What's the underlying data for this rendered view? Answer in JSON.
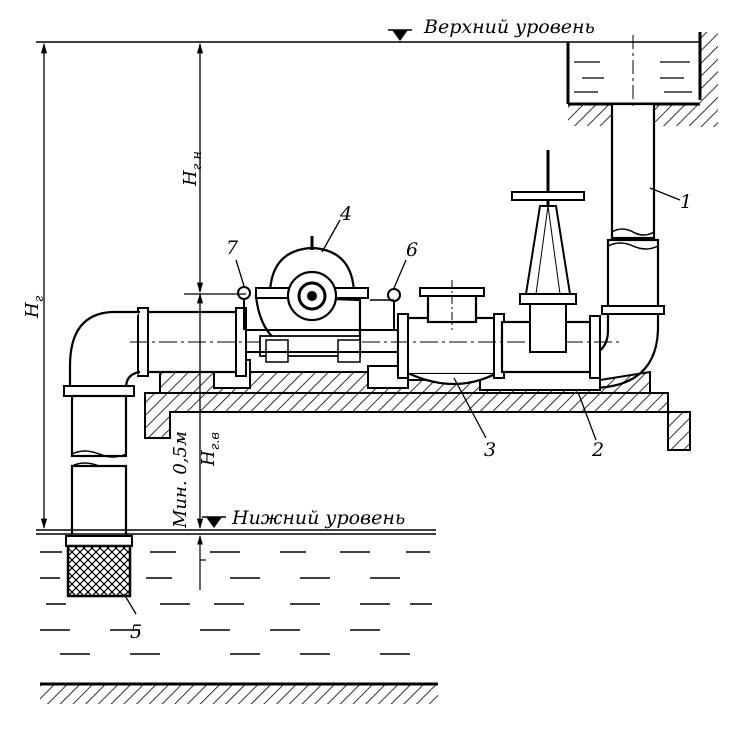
{
  "levels": {
    "upper": "Верхний уровень",
    "lower": "Нижний уровень"
  },
  "dimensions": {
    "total_head": "H",
    "total_head_sub": "г",
    "discharge_head": "H",
    "discharge_head_sub": "г.н",
    "suction_head": "H",
    "suction_head_sub": "г.в",
    "min_submersion": "Мин. 0,5м"
  },
  "callouts": [
    "1",
    "2",
    "3",
    "4",
    "5",
    "6",
    "7"
  ]
}
